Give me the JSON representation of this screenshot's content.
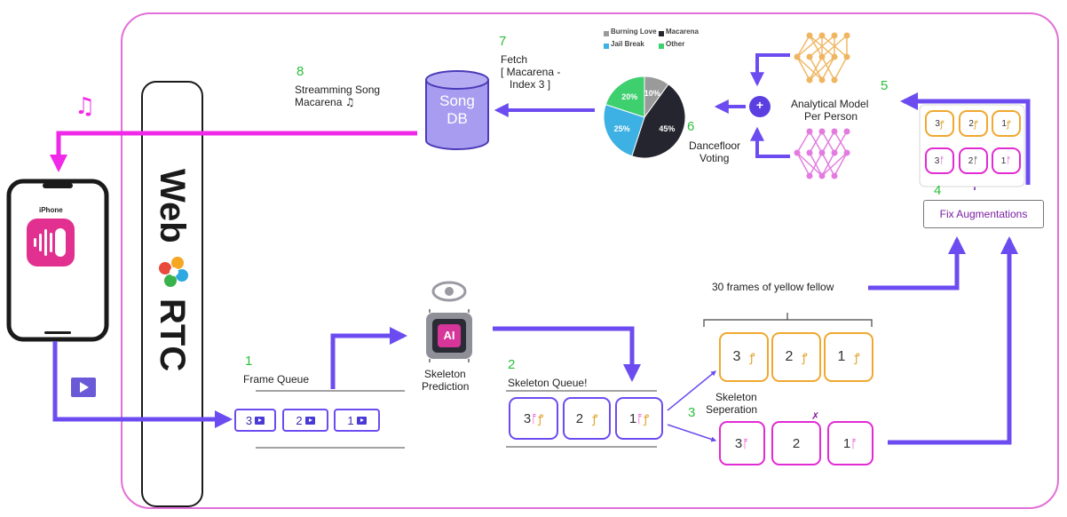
{
  "phone": {
    "title": "iPhone"
  },
  "webrtc": {
    "top": "Web",
    "bottom": "RTC"
  },
  "stream": {
    "number": "8",
    "line1": "Streamming Song",
    "line2": "Macarena"
  },
  "songdb": {
    "line1": "Song",
    "line2": "DB"
  },
  "fetch": {
    "number": "7",
    "line1": "Fetch",
    "line2": "[ Macarena -",
    "line3": "Index 3 ]"
  },
  "legend": {
    "burning": "Burning Love",
    "macarena": "Macarena",
    "jail": "Jail Break",
    "other": "Other"
  },
  "chart_data": {
    "type": "pie",
    "categories": [
      "Other",
      "Burning Love",
      "Macarena",
      "Jail Break"
    ],
    "values": [
      20,
      10,
      45,
      25
    ],
    "labels": [
      "20%",
      "10%",
      "45%",
      "25%"
    ],
    "colors": [
      "#3ecf6e",
      "#9a9a9a",
      "#25252f",
      "#3db1e3"
    ],
    "legend_position": "top"
  },
  "voting": {
    "number": "6",
    "line1": "Dancefloor",
    "line2": "Voting"
  },
  "plus": "+",
  "model": {
    "line1": "Analytical Model",
    "line2": "Per Person",
    "number": "5"
  },
  "grid": {
    "top": [
      "3",
      "2",
      "1"
    ],
    "bottom": [
      "3",
      "2",
      "1"
    ]
  },
  "fix": {
    "number": "4",
    "label": "Fix Augmentations"
  },
  "thirty": "30 frames of yellow fellow",
  "frame_queue": {
    "number": "1",
    "label": "Frame Queue",
    "items": [
      "3",
      "2",
      "1"
    ]
  },
  "skeleton_pred": {
    "icon": "AI",
    "line1": "Skeleton",
    "line2": "Prediction"
  },
  "skeleton_queue": {
    "number": "2",
    "label": "Skeleton Queue!",
    "items": [
      "3",
      "2",
      "1"
    ]
  },
  "separation": {
    "number": "3",
    "line1": "Skeleton",
    "line2": "Seperation"
  },
  "yellow_cards": [
    "3",
    "2",
    "1"
  ],
  "pink_cards": [
    "3",
    "2",
    "1"
  ],
  "colors": {
    "purple": "#6c4cf0",
    "magenta": "#f028e8",
    "orange": "#f0a830",
    "pink": "#e12bd3",
    "green": "#2bbf3a",
    "db": "#a89cf0"
  }
}
